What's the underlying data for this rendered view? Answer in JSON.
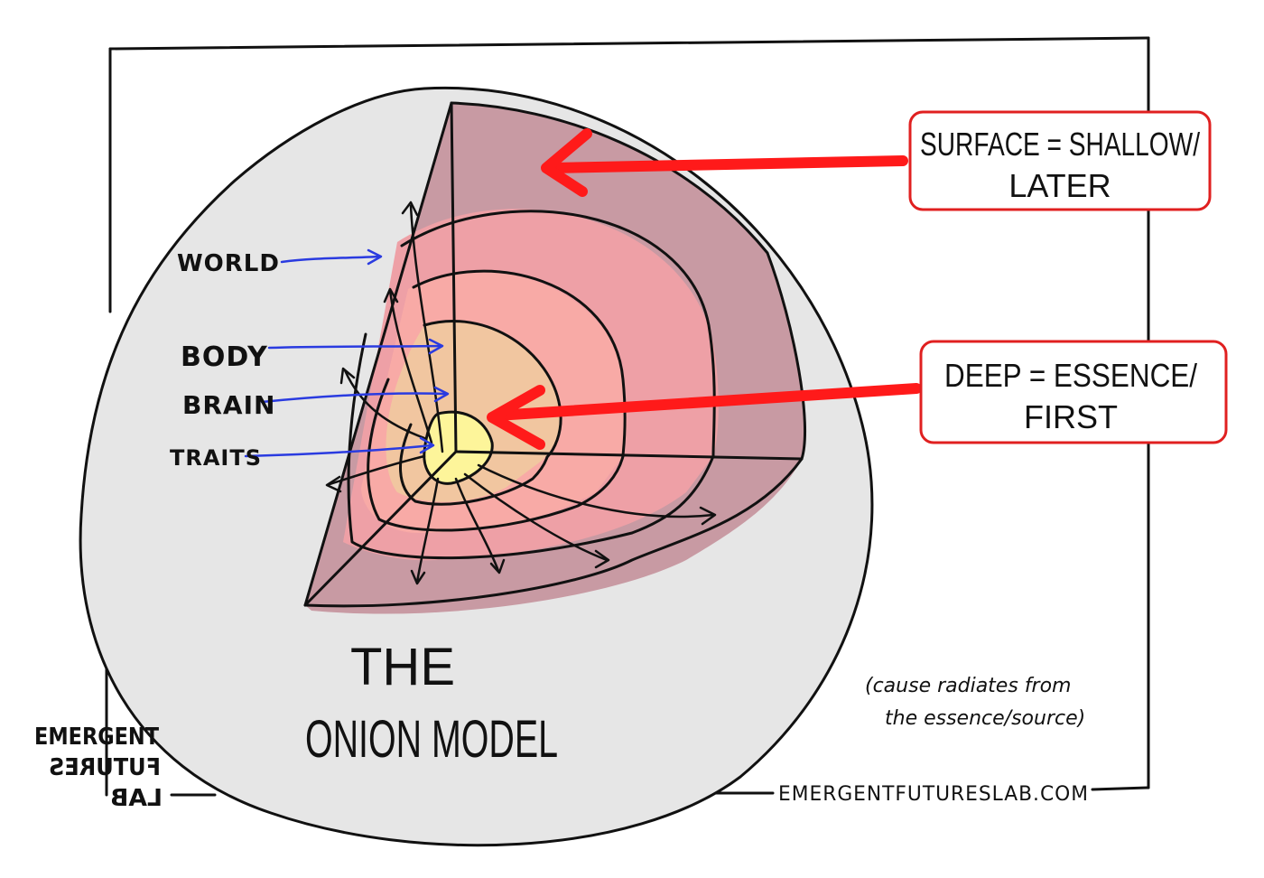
{
  "title": {
    "line1": "THE",
    "line2": "ONION MODEL"
  },
  "layers": {
    "world": "WORLD",
    "body": "BODY",
    "brain": "BRAIN",
    "traits": "TRAITS"
  },
  "callouts": {
    "surface_line1": "SURFACE = SHALLOW/",
    "surface_line2": "LATER",
    "deep_line1": "DEEP = ESSENCE/",
    "deep_line2": "FIRST"
  },
  "note": {
    "line1": "(cause radiates from",
    "line2": "the essence/source)"
  },
  "logo": {
    "line1": "EMERGENT",
    "line2": "FUTURES",
    "line3": "LAB"
  },
  "website": "EMERGENTFUTURESLAB.COM",
  "colors": {
    "sphere": "#e6e6e6",
    "outer_layer": "#c89aa3",
    "mid_layer": "#eea0a6",
    "inner_layer": "#f8aaa6",
    "core_layer": "#f1c6a0",
    "center": "#fdf59a",
    "callout_border": "#e02020",
    "red_arrow": "#ff1a1a",
    "label_arrow": "#2a3be0"
  }
}
